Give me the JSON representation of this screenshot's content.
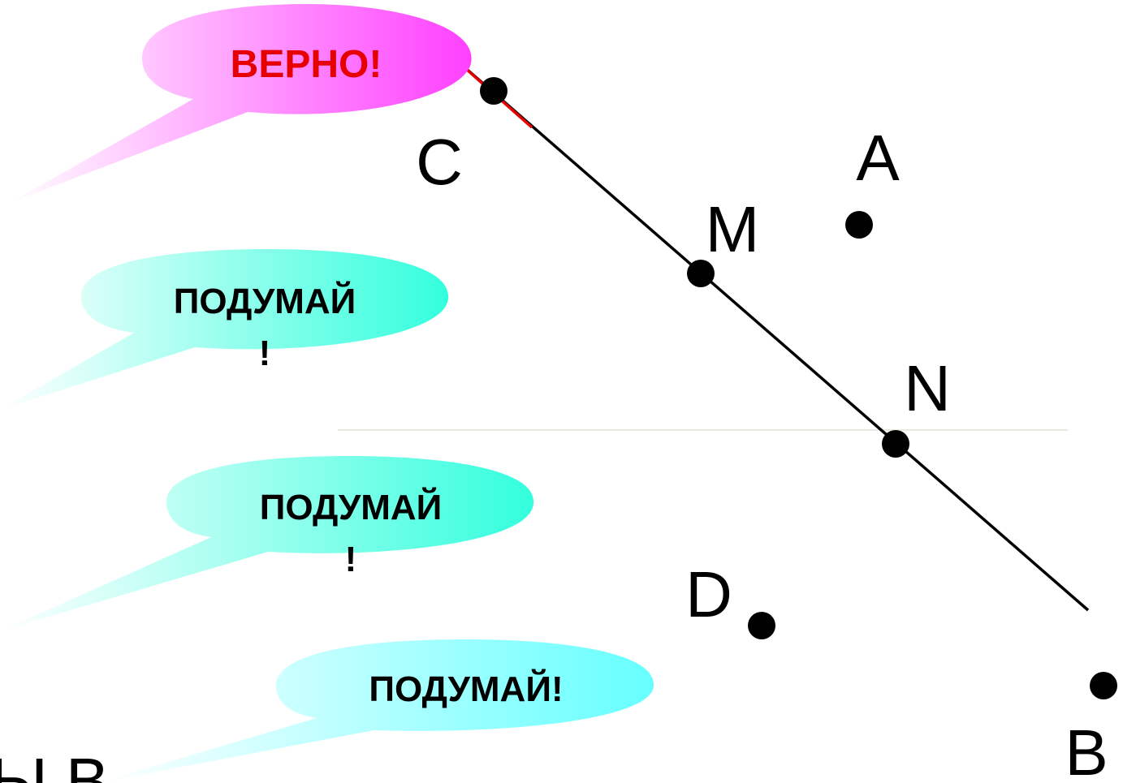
{
  "callouts": [
    {
      "id": "c1",
      "line1": "ВЕРНО!",
      "line2": "",
      "text_color": "#e60000",
      "fill_from": "#ff40ff",
      "fill_to": "#ffffff"
    },
    {
      "id": "c2",
      "line1": "ПОДУМАЙ",
      "line2": "!",
      "text_color": "#000000",
      "fill_from": "#33ffdd",
      "fill_to": "#ffffff"
    },
    {
      "id": "c3",
      "line1": "ПОДУМАЙ",
      "line2": "!",
      "text_color": "#000000",
      "fill_from": "#33ffdd",
      "fill_to": "#ffffff"
    },
    {
      "id": "c4",
      "line1": "ПОДУМАЙ!",
      "line2": "",
      "text_color": "#000000",
      "fill_from": "#66ffff",
      "fill_to": "#ffffff"
    }
  ],
  "points": [
    {
      "label": "C"
    },
    {
      "label": "M"
    },
    {
      "label": "N"
    },
    {
      "label": "A"
    },
    {
      "label": "D"
    },
    {
      "label": "B"
    }
  ],
  "cropped_text": "Ы  В",
  "colors": {
    "line": "#000000",
    "highlight_segment": "#e60000",
    "faint_line": "#e8e8e0"
  }
}
